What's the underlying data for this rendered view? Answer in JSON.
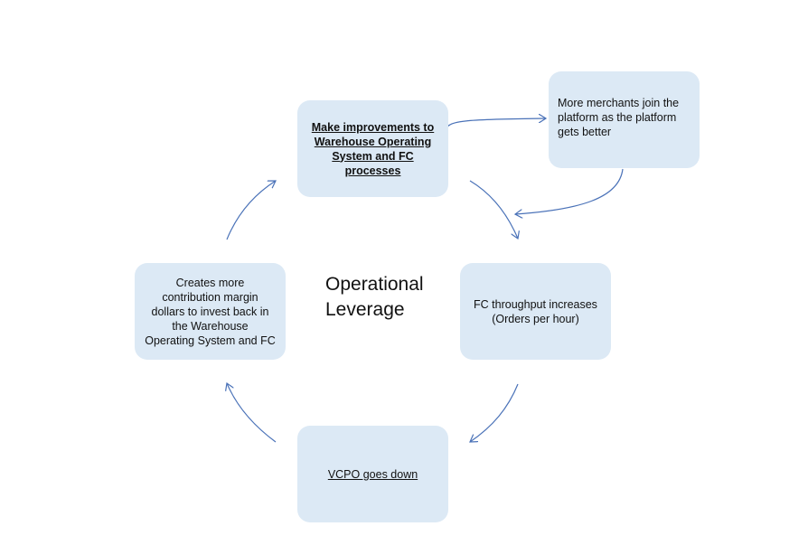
{
  "diagram": {
    "center_label": "Operational\nLeverage",
    "nodes": {
      "improvements": "Make improvements to\nWarehouse Operating\nSystem and FC processes",
      "merchants": "More merchants join the\nplatform as the platform\ngets better",
      "throughput": "FC throughput increases\n(Orders per hour)",
      "vcpo": "VCPO goes down",
      "contribution": "Creates more\ncontribution margin\ndollars to invest back in\nthe Warehouse\nOperating System and FC"
    }
  }
}
